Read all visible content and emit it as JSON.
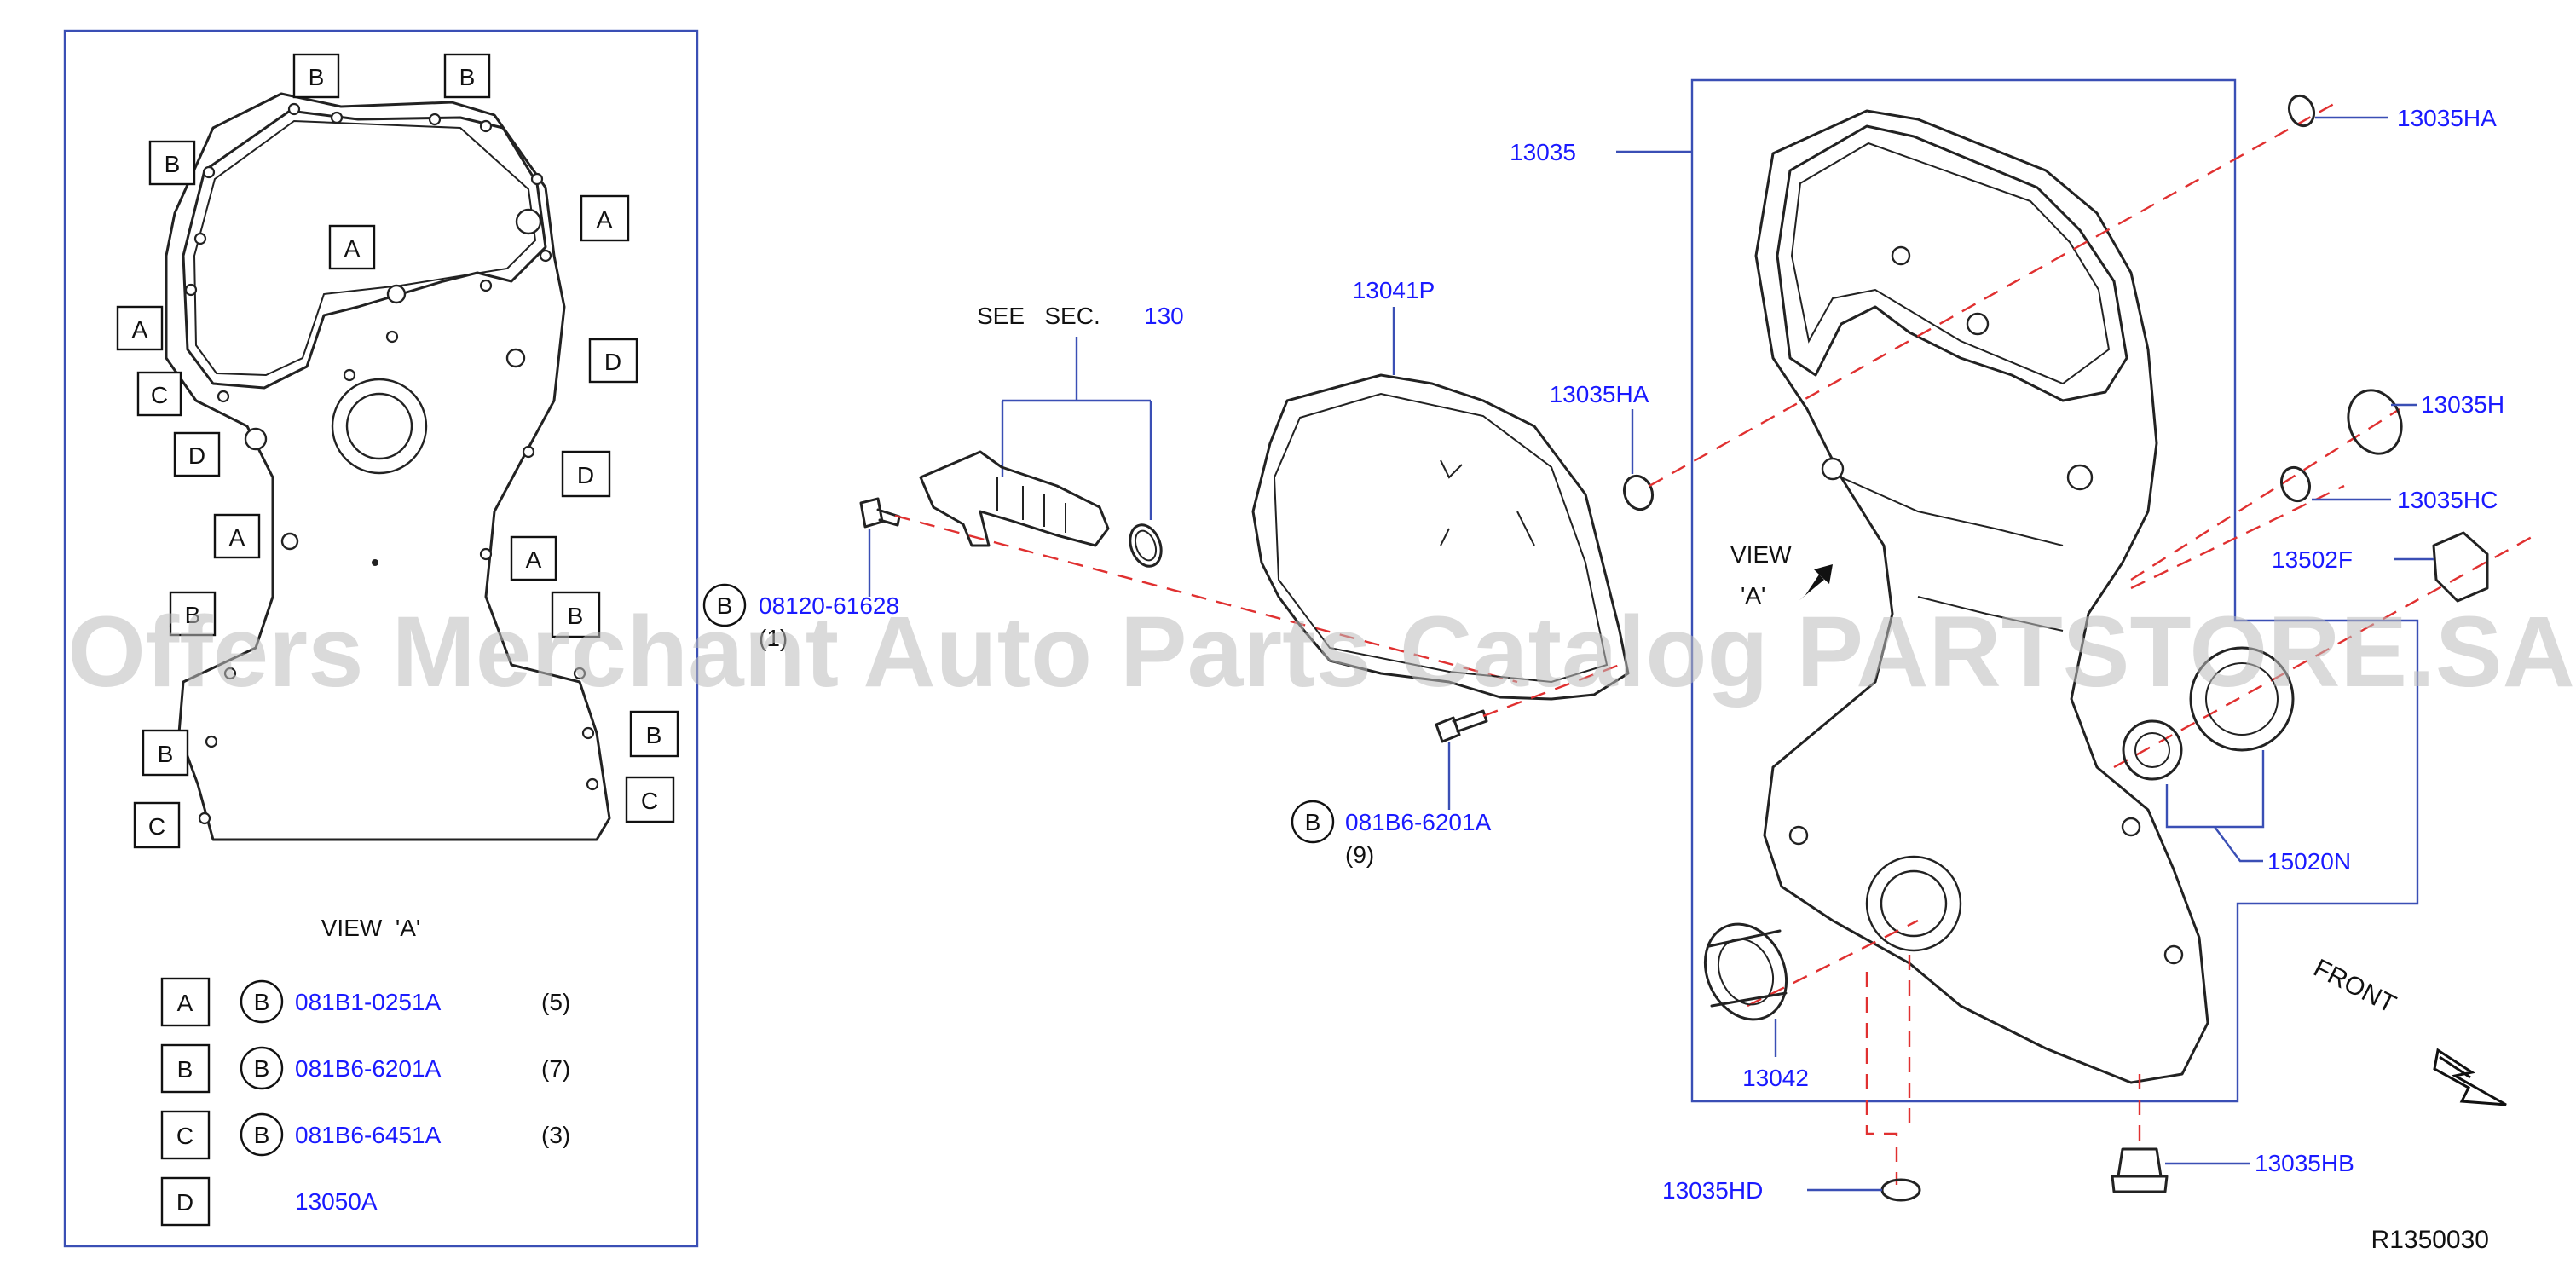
{
  "view_a_panel": {
    "title": "VIEW  'A'",
    "callout_letters": [
      "A",
      "B",
      "C",
      "D"
    ],
    "legend": [
      {
        "letter": "A",
        "bolt_symbol": "B",
        "part_no": "081B1-0251A",
        "qty": "(5)"
      },
      {
        "letter": "B",
        "bolt_symbol": "B",
        "part_no": "081B6-6201A",
        "qty": "(7)"
      },
      {
        "letter": "C",
        "bolt_symbol": "B",
        "part_no": "081B6-6451A",
        "qty": "(3)"
      },
      {
        "letter": "D",
        "bolt_symbol": "",
        "part_no": "13050A",
        "qty": ""
      }
    ]
  },
  "see_section": {
    "text": "SEE   SEC.",
    "ref": "130"
  },
  "bolt_solenoid": {
    "symbol": "B",
    "part_no": "08120-61628",
    "qty": "(1)"
  },
  "bolt_cover": {
    "symbol": "B",
    "part_no": "081B6-6201A",
    "qty": "(9)"
  },
  "parts": {
    "p13041P": "13041P",
    "p13035HA_mid": "13035HA",
    "p13035": "13035",
    "p13035HA_top": "13035HA",
    "p13035H": "13035H",
    "p13035HC": "13035HC",
    "p13502F": "13502F",
    "p15020N": "15020N",
    "p13042": "13042",
    "p13035HD": "13035HD",
    "p13035HB": "13035HB"
  },
  "view_a_marker": {
    "line1": "VIEW",
    "line2": "'A'"
  },
  "front_label": "FRONT",
  "diagram_id": "R1350030",
  "watermark": "Offers Merchant Auto Parts Catalog PARTSTORE.SA",
  "colors": {
    "part_link": "#1a1aff",
    "leader": "#3a4fb5",
    "centerline": "#e03030"
  }
}
